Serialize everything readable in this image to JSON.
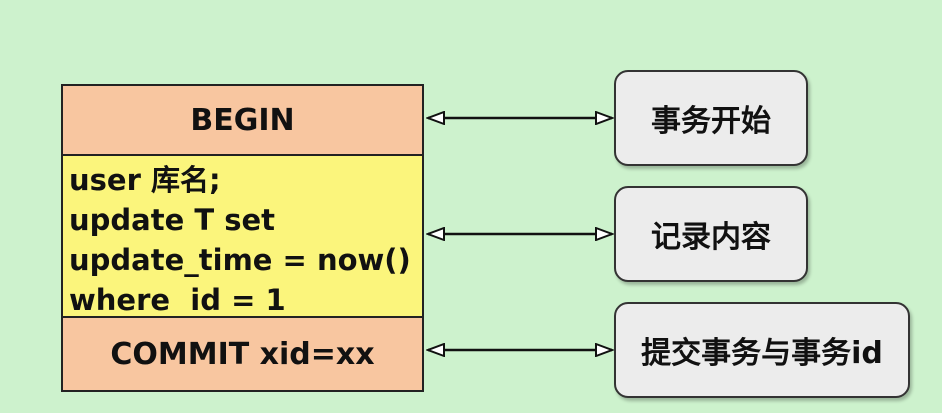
{
  "blocks": {
    "begin": "BEGIN",
    "content_lines": [
      "user 库名;",
      "update T set",
      "update_time = now()",
      "where  id = 1"
    ],
    "commit": "COMMIT xid=xx"
  },
  "labels": {
    "begin": "事务开始",
    "content": "记录内容",
    "commit": "提交事务与事务id"
  },
  "colors": {
    "background": "#cdf2cd",
    "begin_fill": "#f8c6a0",
    "content_fill": "#fbf57c",
    "label_fill": "#ececec"
  }
}
